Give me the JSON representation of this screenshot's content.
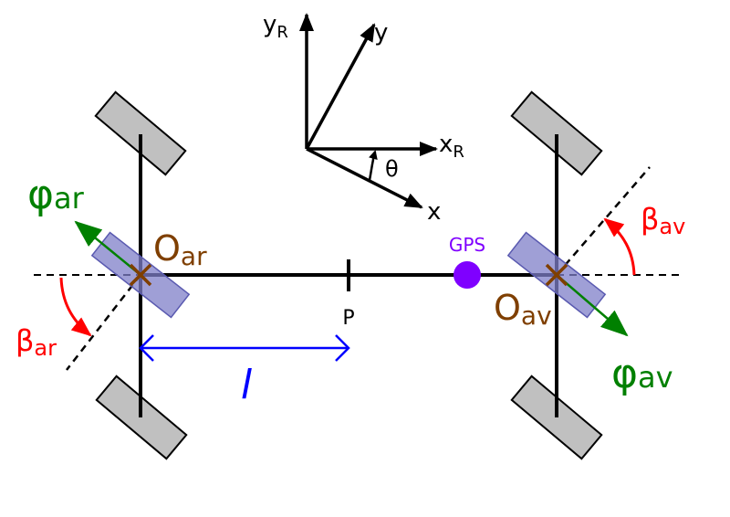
{
  "labels": {
    "phi_ar": {
      "main": "φ",
      "sub": "ar"
    },
    "phi_av": {
      "main": "φ",
      "sub": "av"
    },
    "o_ar": {
      "main": "O",
      "sub": "ar"
    },
    "o_av": {
      "main": "O",
      "sub": "av"
    },
    "beta_ar": {
      "main": "β",
      "sub": "ar"
    },
    "beta_av": {
      "main": "β",
      "sub": "av"
    },
    "y_r": {
      "main": "y",
      "sub": "R"
    },
    "x_r": {
      "main": "x",
      "sub": "R"
    },
    "y": "y",
    "x": "x",
    "theta": "θ",
    "p": "P",
    "gps": "GPS",
    "length": "l"
  },
  "colors": {
    "wheel": "#c0c0c0",
    "steered_wheel": "#7f7fc8",
    "phi": "#008000",
    "beta": "#ff0000",
    "origin": "#7f3f00",
    "gps": "#7f00ff",
    "length": "#0000ff"
  }
}
